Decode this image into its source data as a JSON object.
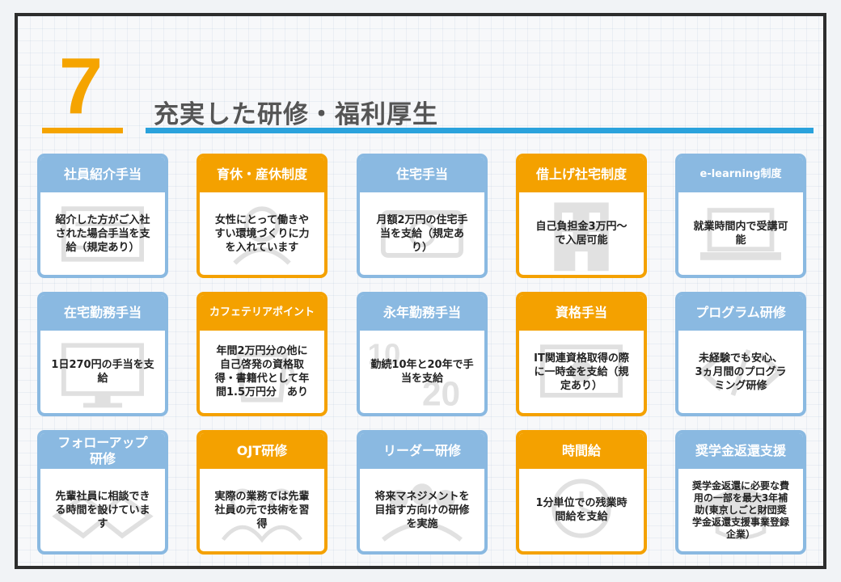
{
  "section": {
    "number": "7",
    "title": "充実した研修・福利厚生"
  },
  "cards": [
    {
      "title": "社員紹介手当",
      "text": "紹介した方がご入社\nされた場合手当を支\n給（規定あり）",
      "color": "blue",
      "icon": "document-icon"
    },
    {
      "title": "育休・産休制度",
      "text": "女性にとって働きや\nすい環境づくりに力\nを入れています",
      "color": "orange",
      "icon": "baby-icon"
    },
    {
      "title": "住宅手当",
      "text": "月額2万円の住宅手\n当を支給（規定あ\nり）",
      "color": "blue",
      "icon": "money-icon"
    },
    {
      "title": "借上げ社宅制度",
      "text": "自己負担金3万円～\nで入居可能",
      "color": "orange",
      "icon": "building-icon"
    },
    {
      "title": "e-learning制度",
      "text": "就業時間内で受講可\n能",
      "color": "blue",
      "icon": "laptop-icon"
    },
    {
      "title": "在宅勤務手当",
      "text": "1日270円の手当を支\n給",
      "color": "blue",
      "icon": "monitor-icon"
    },
    {
      "title": "カフェテリアポイント",
      "text": "年間2万円分の他に\n自己啓発の資格取\n得・書籍代として年\n間1.5万円分　あり",
      "color": "orange",
      "icon": "cup-icon"
    },
    {
      "title": "永年勤務手当",
      "text": "勤続10年と20年で手\n当を支給",
      "color": "blue",
      "icon": "years-icon"
    },
    {
      "title": "資格手当",
      "text": "IT関連資格取得の際\nに一時金を支給（規\n定あり）",
      "color": "orange",
      "icon": "certificate-icon"
    },
    {
      "title": "プログラム研修",
      "text": "未経験でも安心、\n3ヵ月間のプログラ\nミング研修",
      "color": "blue",
      "icon": "code-icon"
    },
    {
      "title": "フォローアップ\n研修",
      "text": "先輩社員に相談でき\nる時間を設けていま\nす",
      "color": "blue",
      "icon": "handshake-icon"
    },
    {
      "title": "OJT研修",
      "text": "実際の業務では先輩\n社員の元で技術を習\n得",
      "color": "orange",
      "icon": "team-icon"
    },
    {
      "title": "リーダー研修",
      "text": "将来マネジメントを\n目指す方向けの研修\nを実施",
      "color": "blue",
      "icon": "people-icon"
    },
    {
      "title": "時間給",
      "text": "1分単位での残業時\n間給を支給",
      "color": "orange",
      "icon": "clock-icon"
    },
    {
      "title": "奨学金返還支援",
      "text": "奨学金返還に必要な費\n用の一部を最大3年補\n助(東京しごと財団奨\n学金返還支援事業登録\n企業）",
      "color": "blue",
      "icon": "graduation-icon"
    }
  ],
  "colors": {
    "accent_orange": "#f4a100",
    "card_blue": "#8ab9e1",
    "title_bar_blue": "#2aa2dc"
  }
}
